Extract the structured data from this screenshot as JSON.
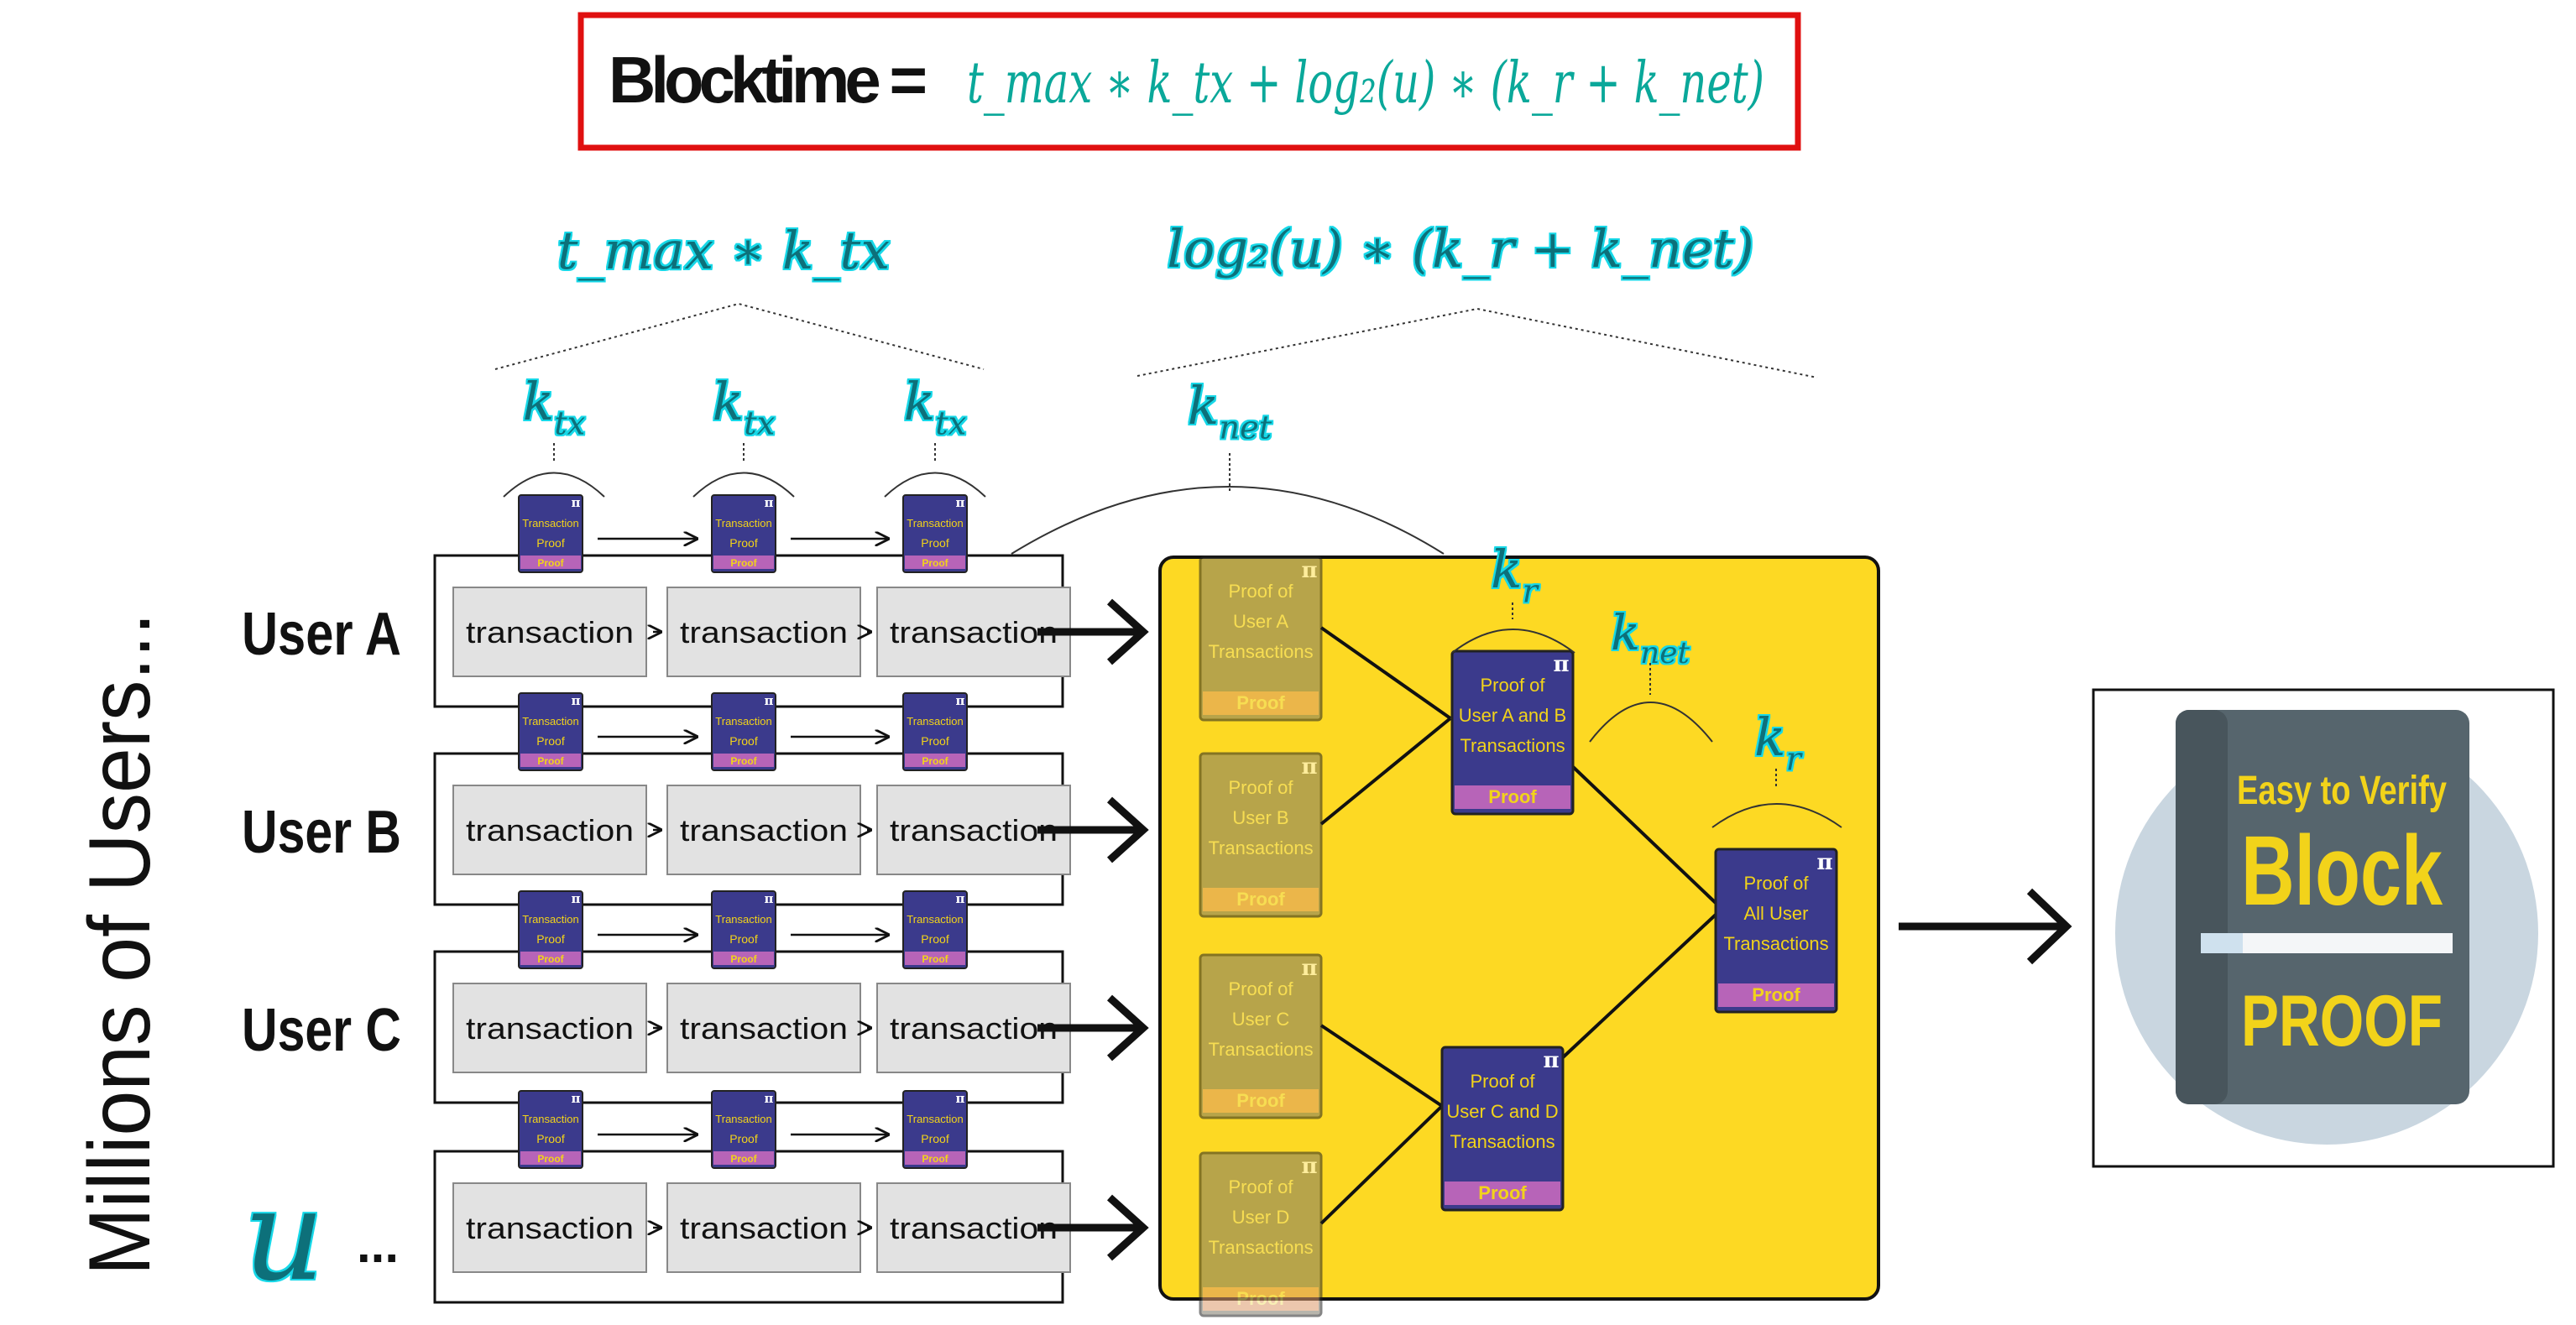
{
  "formula": {
    "label": "Blocktime =",
    "expression": "t_max ∗ k_tx + log₂(u) ∗ (k_r + k_net)",
    "color": "#0aa89a",
    "box_color": "#e01010"
  },
  "segments": {
    "left_expression": "t_max ∗ k_tx",
    "right_expression": "log₂(u) ∗ (k_r + k_net)"
  },
  "symbols": {
    "k_tx": "k_tx",
    "k_net": "k_net",
    "k_r": "k_r",
    "u": "u",
    "pi": "π"
  },
  "side_label": "Millions of Users...",
  "users": [
    {
      "label": "User A"
    },
    {
      "label": "User B"
    },
    {
      "label": "User C"
    },
    {
      "label": "u",
      "suffix": "..."
    }
  ],
  "transaction_label": "transaction",
  "mini_proof": {
    "line1": "Transaction",
    "line2": "Proof",
    "tag": "Proof"
  },
  "aggregate_proofs": {
    "leaves": [
      {
        "lines": [
          "Proof of",
          "User A",
          "Transactions"
        ],
        "tag": "Proof"
      },
      {
        "lines": [
          "Proof of",
          "User B",
          "Transactions"
        ],
        "tag": "Proof"
      },
      {
        "lines": [
          "Proof of",
          "User C",
          "Transactions"
        ],
        "tag": "Proof"
      },
      {
        "lines": [
          "Proof of",
          "User D",
          "Transactions"
        ],
        "tag": "Proof"
      }
    ],
    "mid": [
      {
        "lines": [
          "Proof of",
          "User A and B",
          "Transactions"
        ],
        "tag": "Proof"
      },
      {
        "lines": [
          "Proof of",
          "User C and D",
          "Transactions"
        ],
        "tag": "Proof"
      }
    ],
    "root": {
      "lines": [
        "Proof of",
        "All User",
        "Transactions"
      ],
      "tag": "Proof"
    }
  },
  "result": {
    "line1": "Easy to Verify",
    "line2": "Block",
    "line3": "PROOF"
  },
  "colors": {
    "panel": "#fdd923",
    "proof_card": "#3b3a8c",
    "proof_tag": "#b764b8",
    "card_text": "#f2d31a",
    "faded_tag": "#dd9a6b",
    "transaction_box": "#e2e2e2",
    "math_glow": "#17d8e8"
  }
}
